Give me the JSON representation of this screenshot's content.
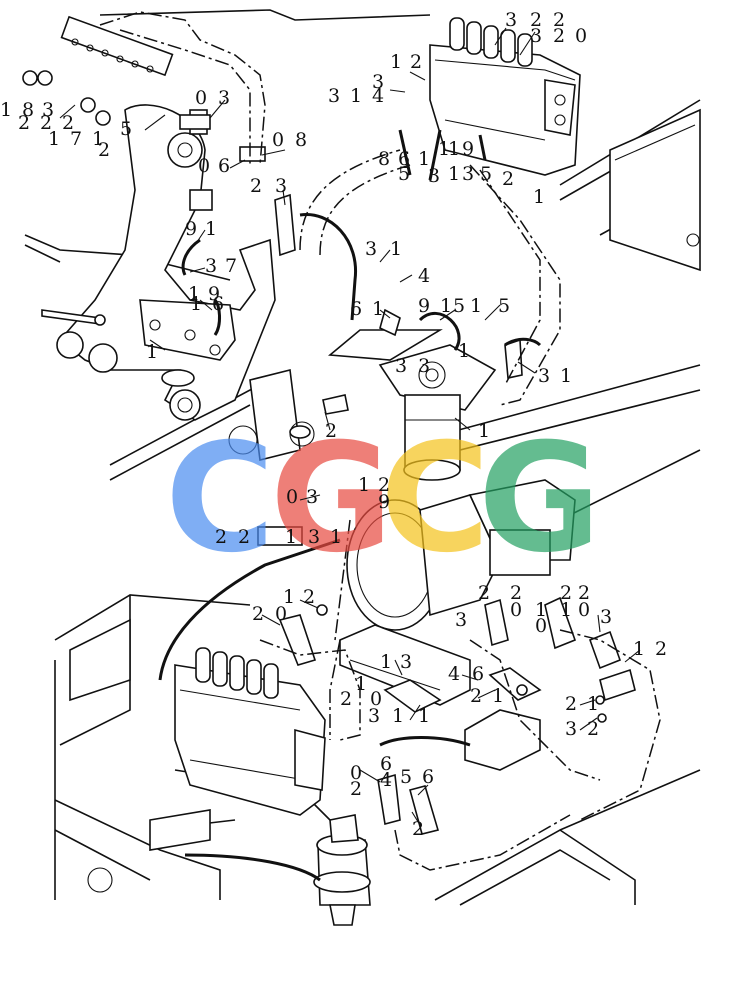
{
  "diagram": {
    "callouts": [
      "3",
      "2",
      "2",
      "3",
      "2",
      "0",
      "1",
      "2",
      "3",
      "1",
      "4",
      "3",
      "1",
      "8",
      "3",
      "2",
      "2",
      "2",
      "0",
      "3",
      "1",
      "7",
      "1",
      "5",
      "2",
      "0",
      "6",
      "2",
      "0",
      "8",
      "3",
      "1",
      "8",
      "6",
      "1",
      "5",
      "3",
      "1",
      "1",
      "9",
      "1",
      "3",
      "5",
      "2",
      "1",
      "9",
      "1",
      "3",
      "7",
      "1",
      "9",
      "1",
      "6",
      "3",
      "1",
      "4",
      "6",
      "1",
      "9",
      "1",
      "5",
      "1",
      "5",
      "3",
      "1",
      "3",
      "3",
      "1",
      "1",
      "2",
      "0",
      "3",
      "1",
      "2",
      "9",
      "2",
      "2",
      "1",
      "3",
      "1",
      "2",
      "2",
      "0",
      "3",
      "1",
      "0",
      "2",
      "2",
      "0",
      "1",
      "3",
      "1",
      "2",
      "1",
      "2",
      "2",
      "0",
      "1",
      "3",
      "1",
      "2",
      "0",
      "4",
      "6",
      "3",
      "1",
      "1",
      "2",
      "1",
      "2",
      "1",
      "3",
      "2",
      "0",
      "2",
      "6",
      "5",
      "6",
      "4",
      "2",
      "1",
      "3",
      "1",
      "3",
      "2"
    ],
    "colors": {
      "line": "#111111",
      "paper": "#ffffff"
    }
  },
  "watermark": {
    "letters": [
      "C",
      "G",
      "C",
      "G"
    ],
    "colors": [
      "#4a8cf0",
      "#e84a40",
      "#f5c21b",
      "#23a062"
    ]
  }
}
